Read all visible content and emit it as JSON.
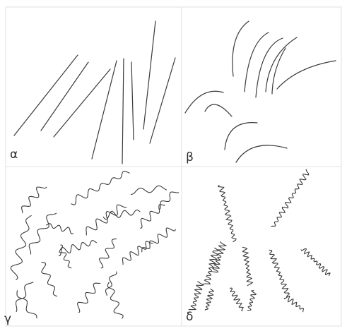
{
  "panels": [
    {
      "id": "alpha",
      "label": "α"
    },
    {
      "id": "beta",
      "label": "β"
    },
    {
      "id": "gamma",
      "label": "γ"
    },
    {
      "id": "delta",
      "label": "δ"
    }
  ],
  "colors": {
    "stroke": "#3a3a3a",
    "panel_border": "#e2e2e2",
    "background": "#ffffff",
    "label": "#2a2a2a"
  }
}
